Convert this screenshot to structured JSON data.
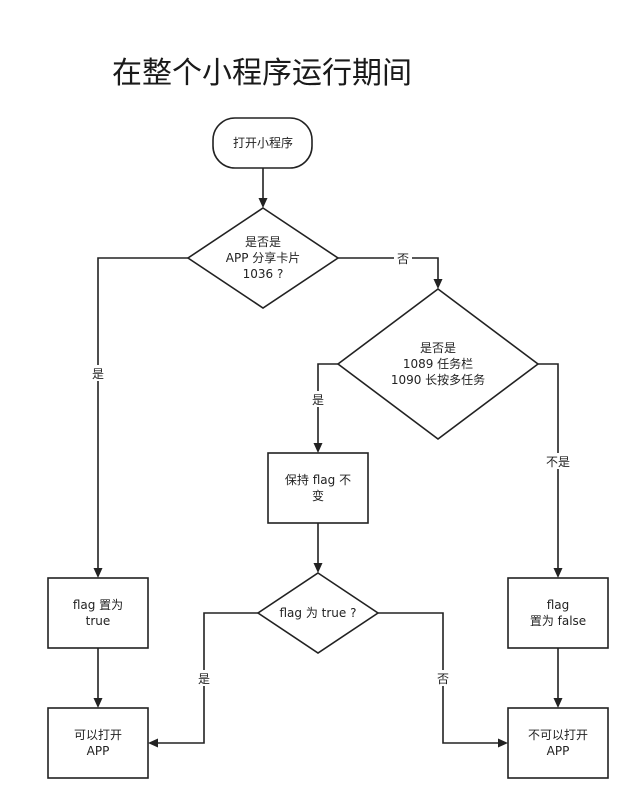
{
  "title": "在整个小程序运行期间",
  "nodes": {
    "start": {
      "lines": [
        "打开小程序"
      ]
    },
    "check_share": {
      "lines": [
        "是否是",
        "APP 分享卡片",
        "1036 ?"
      ]
    },
    "check_task": {
      "lines": [
        "是否是",
        "1089 任务栏",
        "1090 长按多任务"
      ]
    },
    "keep_flag": {
      "lines": [
        "保持 flag 不",
        "变"
      ]
    },
    "flag_true": {
      "lines": [
        "flag 置为",
        "true"
      ]
    },
    "flag_check": {
      "lines": [
        "flag 为 true ?"
      ]
    },
    "flag_false": {
      "lines": [
        "flag",
        "置为 false"
      ]
    },
    "can_open": {
      "lines": [
        "可以打开",
        "APP"
      ]
    },
    "cannot_open": {
      "lines": [
        "不可以打开",
        "APP"
      ]
    }
  },
  "edges": {
    "share_no": "否",
    "share_yes": "是",
    "task_yes": "是",
    "task_no": "不是",
    "flag_yes": "是",
    "flag_no": "否"
  }
}
